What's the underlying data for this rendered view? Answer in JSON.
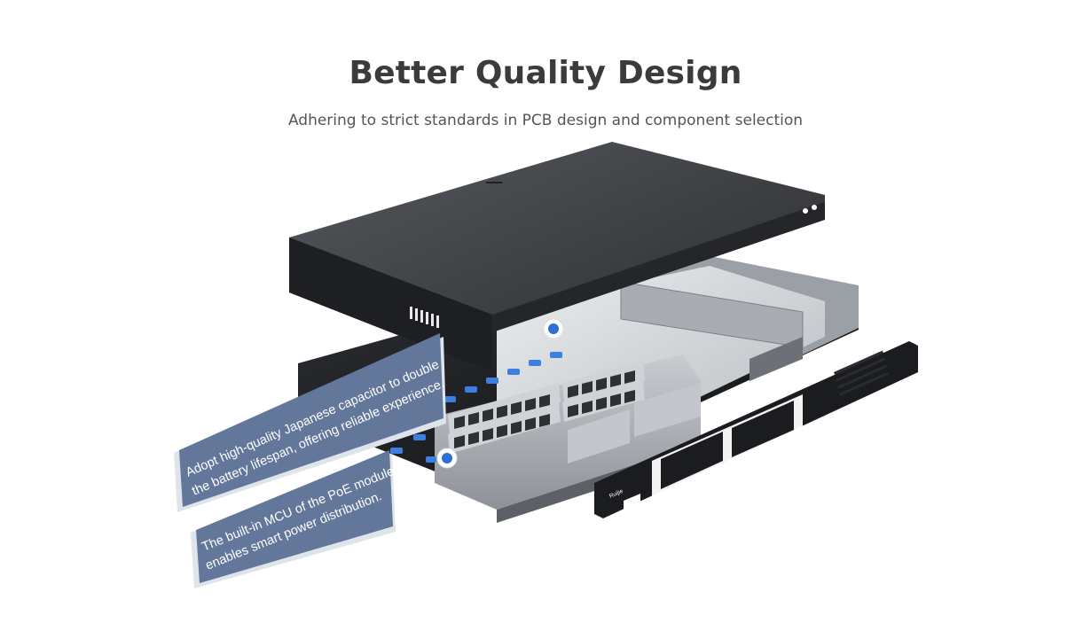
{
  "section": {
    "title": "Better Quality Design",
    "subtitle": "Adhering to strict standards in PCB design and component selection"
  },
  "callouts": [
    {
      "line1": "Adopt high-quality Japanese capacitor to double",
      "line2": "the battery lifespan, offering reliable experience."
    },
    {
      "line1": "The built-in MCU of the PoE module",
      "line2": "enables smart power distribution."
    }
  ],
  "panel": {
    "brand": "Ruijie"
  },
  "colors": {
    "title": "#3b3b3b",
    "subtitle": "#555555",
    "callout": "#62779a",
    "hotspot": "#2f6fd6"
  }
}
